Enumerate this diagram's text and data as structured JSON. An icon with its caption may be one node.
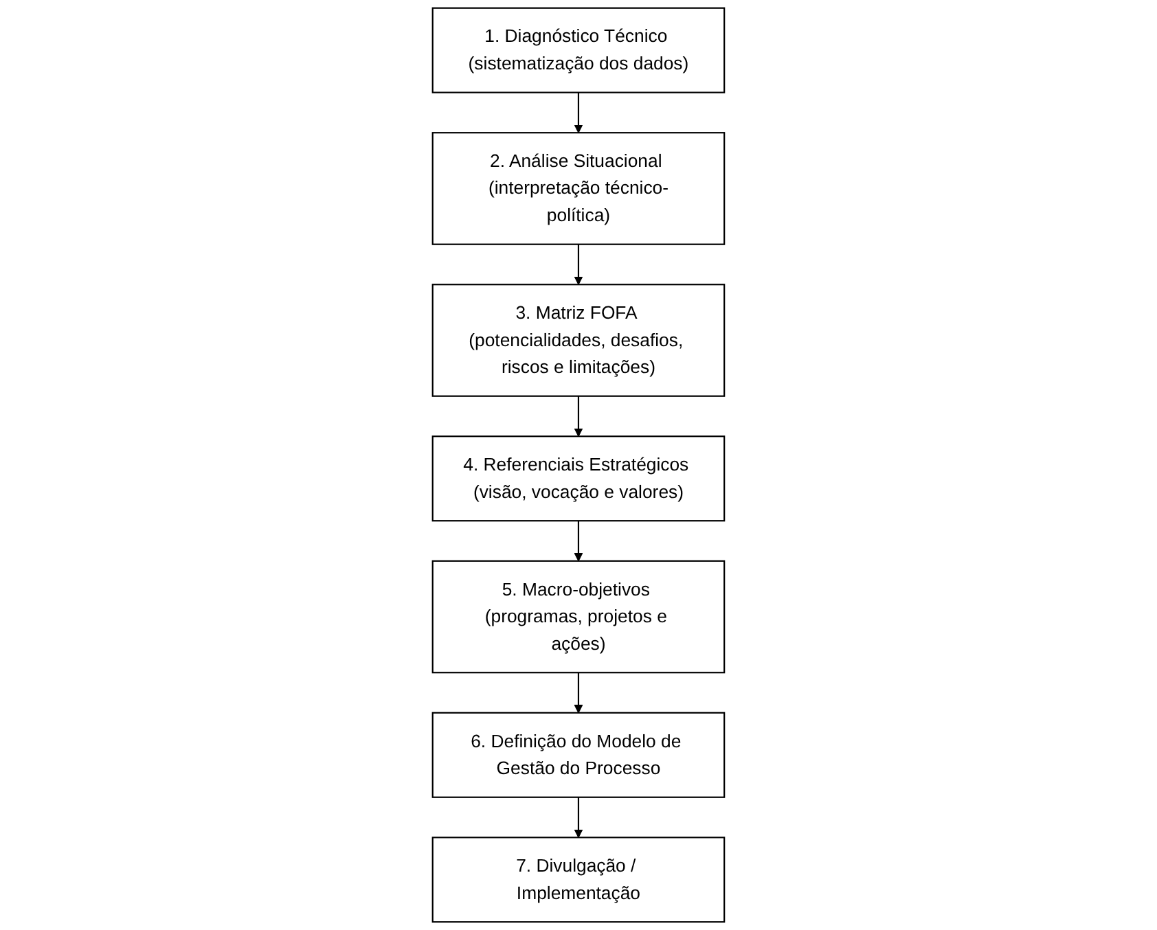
{
  "diagram": {
    "nodes": [
      {
        "text": [
          "1. Diagnóstico Técnico (sistematização dos dados)"
        ]
      },
      {
        "text": [
          "2. Análise Situacional (interpretação técnico-política)"
        ]
      },
      {
        "text": [
          "3. Matriz FOFA (potencialidades, desafios, riscos e limitações)"
        ]
      },
      {
        "text": [
          "4. Referenciais Estratégicos (visão, vocação e valores)"
        ]
      },
      {
        "text": [
          "5. Macro-objetivos (programas, projetos e ações)"
        ]
      },
      {
        "text": [
          "6. Definição do Modelo de Gestão do Processo"
        ]
      },
      {
        "text": [
          "7. Divulgação / Implementação"
        ]
      }
    ],
    "edges": [
      {
        "from": 0,
        "to": 1,
        "arrow": "to"
      },
      {
        "from": 1,
        "to": 2,
        "arrow": "to"
      },
      {
        "from": 2,
        "to": 3,
        "arrow": "to"
      },
      {
        "from": 3,
        "to": 4,
        "arrow": "to"
      },
      {
        "from": 4,
        "to": 5,
        "arrow": "to"
      },
      {
        "from": 5,
        "to": 6,
        "arrow": "to"
      }
    ]
  }
}
